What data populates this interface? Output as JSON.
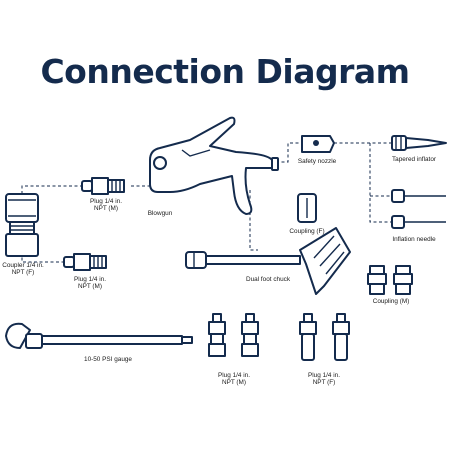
{
  "diagram": {
    "title": "Connection Diagram",
    "labels": {
      "coupler_quarter_npt_f": [
        "Coupler 1/4 in.",
        "NPT (F)"
      ],
      "plug_top": [
        "Plug 1/4 in.",
        "NPT (M)"
      ],
      "blowgun": [
        "Blowgun"
      ],
      "safety_nozzle": [
        "Safety nozzle"
      ],
      "tapered_inflator": [
        "Tapered inflator"
      ],
      "coupling_f": [
        "Coupling (F)"
      ],
      "inflation_needle": [
        "Inflation needle"
      ],
      "plug_middle": [
        "Plug 1/4 in.",
        "NPT (M)"
      ],
      "dual_foot_chuck": [
        "Dual foot chuck"
      ],
      "coupling_m": [
        "Coupling (M)"
      ],
      "psi_gauge": [
        "10-50 PSI gauge"
      ],
      "plug_bottom_left": [
        "Plug 1/4 in.",
        "NPT (M)"
      ],
      "plug_bottom_right": [
        "Plug 1/4 in.",
        "NPT (F)"
      ]
    },
    "colors": {
      "ink": "#142b4d",
      "background": "#ffffff"
    }
  }
}
